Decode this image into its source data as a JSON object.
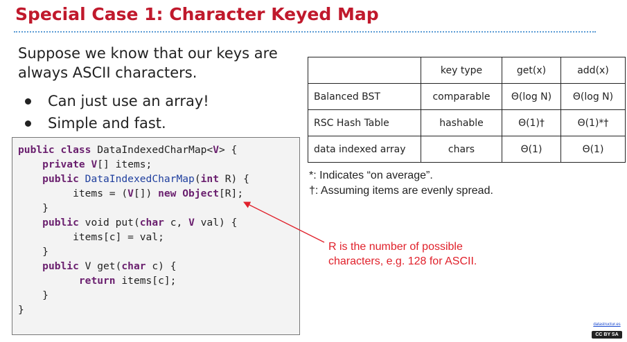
{
  "title": "Special Case 1: Character Keyed Map",
  "intro": "Suppose we know that our keys are always ASCII characters.",
  "bullets": [
    "Can just use an array!",
    "Simple and fast."
  ],
  "code": {
    "line1": {
      "kw1": "public",
      "kw2": "class",
      "rest": " DataIndexedCharMap<",
      "type": "V",
      "end": "> {"
    },
    "line2": {
      "kw": "private",
      "type": "V",
      "rest": "[] items;"
    },
    "line3": {
      "kw": "public",
      "name": "DataIndexedCharMap",
      "open": "(",
      "type": "int",
      "rest": " R) {"
    },
    "line4": {
      "a": "items = (",
      "type": "V",
      "b": "[]) ",
      "kw": "new",
      "c": " ",
      "obj": "Object",
      "d": "[R];"
    },
    "line5": "}",
    "line6": {
      "kw": "public",
      "a": " void put(",
      "type1": "char",
      "b": " c, ",
      "type2": "V",
      "c": " val) {"
    },
    "line7": "items[c] = val;",
    "line8": "}",
    "line9": {
      "kw": "public",
      "a": " V get(",
      "type": "char",
      "b": " c) {"
    },
    "line10": {
      "kw": "return",
      "rest": " items[c];"
    },
    "line11": "}",
    "line12": "}"
  },
  "table": {
    "headers": [
      "",
      "key type",
      "get(x)",
      "add(x)"
    ],
    "rows": [
      [
        "Balanced BST",
        "comparable",
        "Θ(log N)",
        "Θ(log N)"
      ],
      [
        "RSC Hash Table",
        "hashable",
        "Θ(1)†",
        "Θ(1)*†"
      ],
      [
        "data indexed array",
        "chars",
        "Θ(1)",
        "Θ(1)"
      ]
    ]
  },
  "notes": [
    "*: Indicates “on average”.",
    "†: Assuming items are evenly spread."
  ],
  "annotation": [
    "R is the number of possible",
    "characters, e.g. 128 for ASCII."
  ],
  "footer": {
    "site": "datastructur.es",
    "license": "CC BY SA"
  },
  "colors": {
    "title": "#c0192c",
    "annotation": "#e0202a",
    "keyword": "#6a1f6e",
    "type": "#1f3f9e",
    "rule": "#5b9bd5"
  }
}
